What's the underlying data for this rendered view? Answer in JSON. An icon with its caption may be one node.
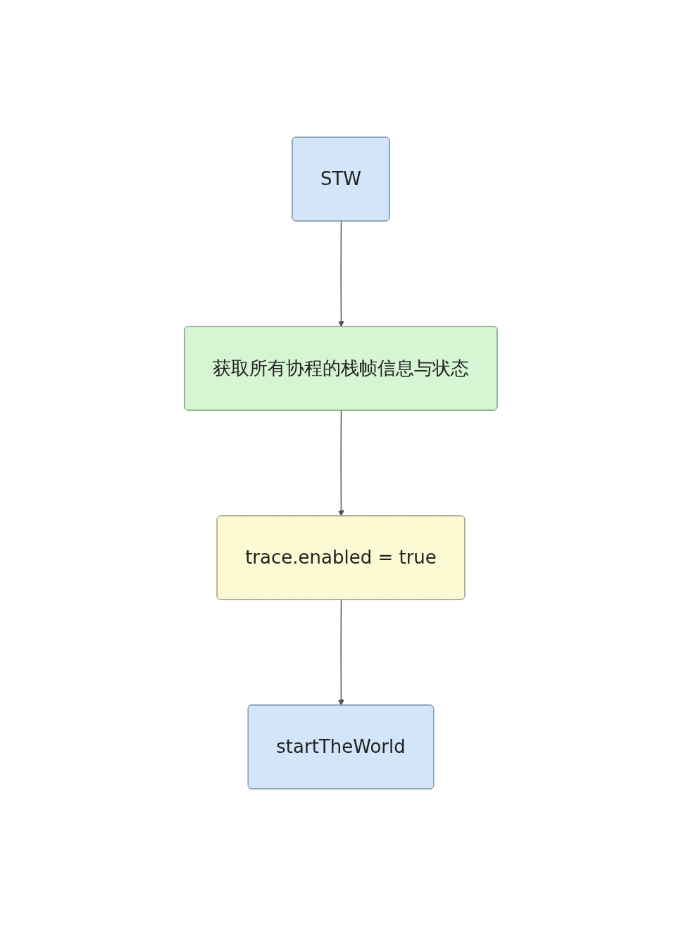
{
  "diagram": {
    "nodes": [
      {
        "text": [
          "STW"
        ]
      },
      {
        "text": [
          "获取所有协程的栈帧信息与状态"
        ]
      },
      {
        "text": [
          "trace.enabled = true"
        ]
      },
      {
        "text": [
          "startTheWorld"
        ]
      }
    ],
    "edges": [
      {
        "from": 0,
        "to": 1,
        "arrow": "to"
      },
      {
        "from": 1,
        "to": 2,
        "arrow": "to"
      },
      {
        "from": 2,
        "to": 3,
        "arrow": "to"
      }
    ]
  }
}
